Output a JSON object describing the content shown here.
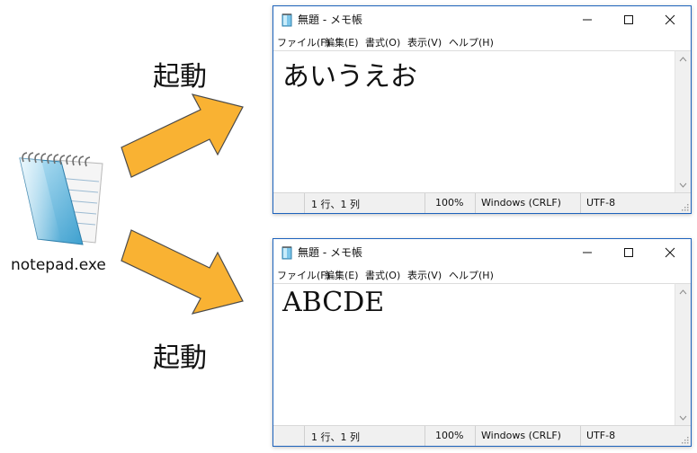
{
  "app": {
    "icon": "notepad-icon",
    "caption": "notepad.exe"
  },
  "arrows": {
    "top_label": "起動",
    "bottom_label": "起動",
    "color": "#F9B233"
  },
  "windows": [
    {
      "title": "無題 - メモ帳",
      "menu": [
        "ファイル(F)",
        "編集(E)",
        "書式(O)",
        "表示(V)",
        "ヘルプ(H)"
      ],
      "content": "あいうえお",
      "status": {
        "position": "1 行、1 列",
        "zoom": "100%",
        "line_ending": "Windows (CRLF)",
        "encoding": "UTF-8"
      }
    },
    {
      "title": "無題 - メモ帳",
      "menu": [
        "ファイル(F)",
        "編集(E)",
        "書式(O)",
        "表示(V)",
        "ヘルプ(H)"
      ],
      "content": "ABCDE",
      "status": {
        "position": "1 行、1 列",
        "zoom": "100%",
        "line_ending": "Windows (CRLF)",
        "encoding": "UTF-8"
      }
    }
  ],
  "colors": {
    "title_border": "#1D63BD",
    "arrow_fill": "#F9B233",
    "arrow_stroke": "#4A4A4A"
  }
}
